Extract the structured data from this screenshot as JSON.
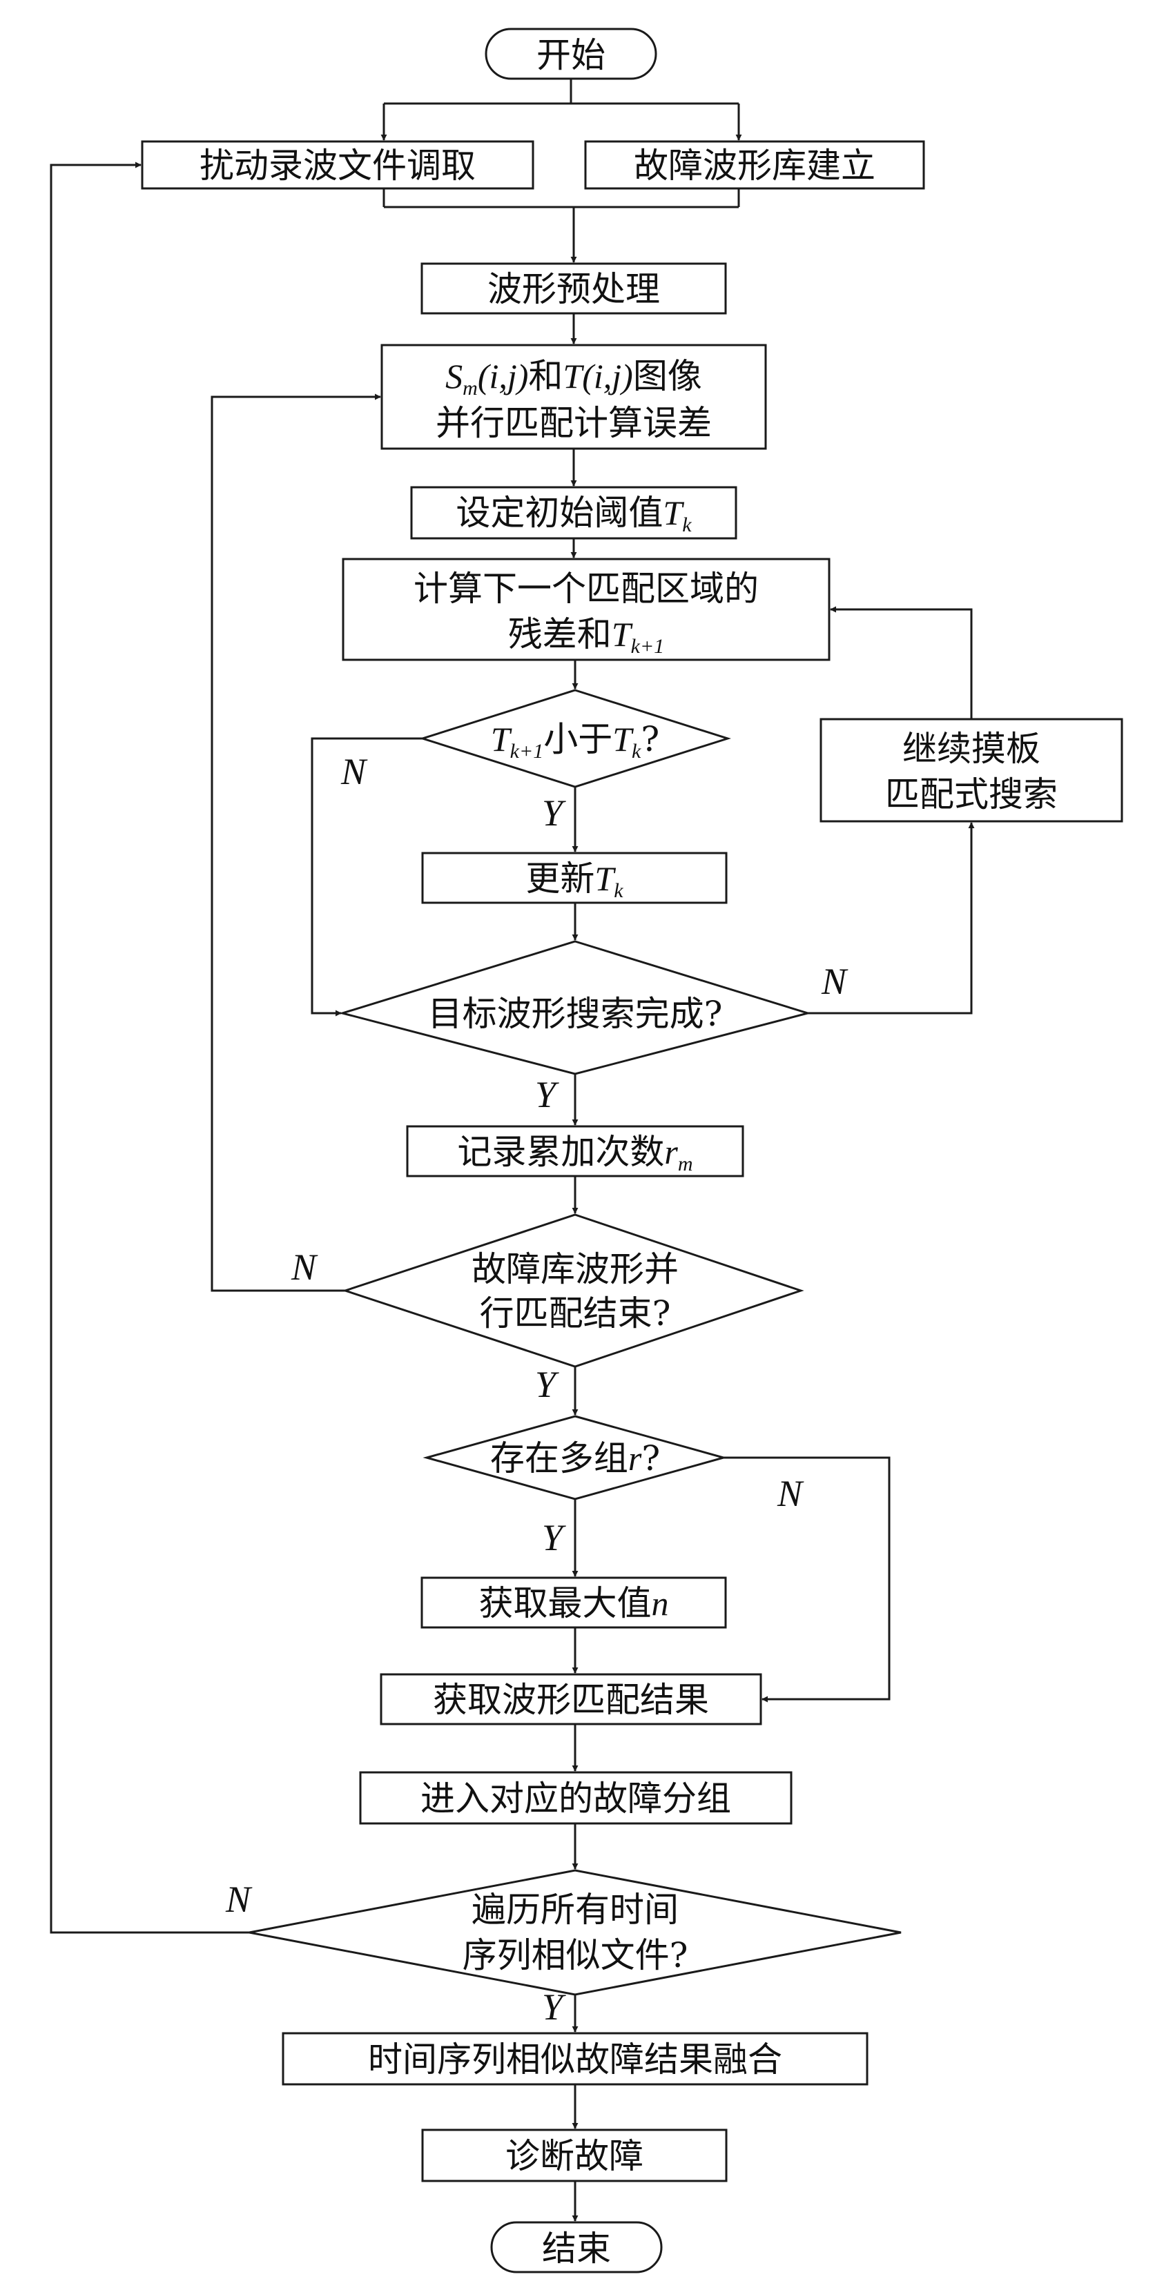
{
  "nodes": {
    "start": "开始",
    "retrieve": "扰动录波文件调取",
    "library": "故障波形库建立",
    "preprocess": "波形预处理",
    "match": {
      "line1_s": "S",
      "line1_m": "m",
      "line1_ij": "(i,j)",
      "line1_and": "和",
      "line1_t": "T",
      "line1_ij2": "(i,j)",
      "line1_img": "图像",
      "line2": "并行匹配计算误差"
    },
    "threshold": {
      "text": "设定初始阈值",
      "var": "T",
      "sub": "k"
    },
    "compute": {
      "line1": "计算下一个匹配区域的",
      "line2": "残差和",
      "var": "T",
      "sub": "k+1"
    },
    "decision1": {
      "var1": "T",
      "sub1": "k+1",
      "text": "小于",
      "var2": "T",
      "sub2": "k",
      "q": "?"
    },
    "continue": {
      "line1": "继续摸板",
      "line2": "匹配式搜索"
    },
    "update": {
      "text": "更新",
      "var": "T",
      "sub": "k"
    },
    "decision2": "目标波形搜索完成?",
    "record": {
      "text": "记录累加次数",
      "var": "r",
      "sub": "m"
    },
    "decision3": {
      "line1": "故障库波形并",
      "line2": "行匹配结束?"
    },
    "decision4": {
      "text": "存在多组",
      "var": "r",
      "q": "?"
    },
    "maxval": {
      "text": "获取最大值",
      "var": "n"
    },
    "result": "获取波形匹配结果",
    "group": "进入对应的故障分组",
    "decision5": {
      "line1": "遍历所有时间",
      "line2": "序列相似文件?"
    },
    "fusion": "时间序列相似故障结果融合",
    "diagnose": "诊断故障",
    "end": "结束"
  },
  "branch_labels": {
    "yes": "Y",
    "no": "N"
  }
}
